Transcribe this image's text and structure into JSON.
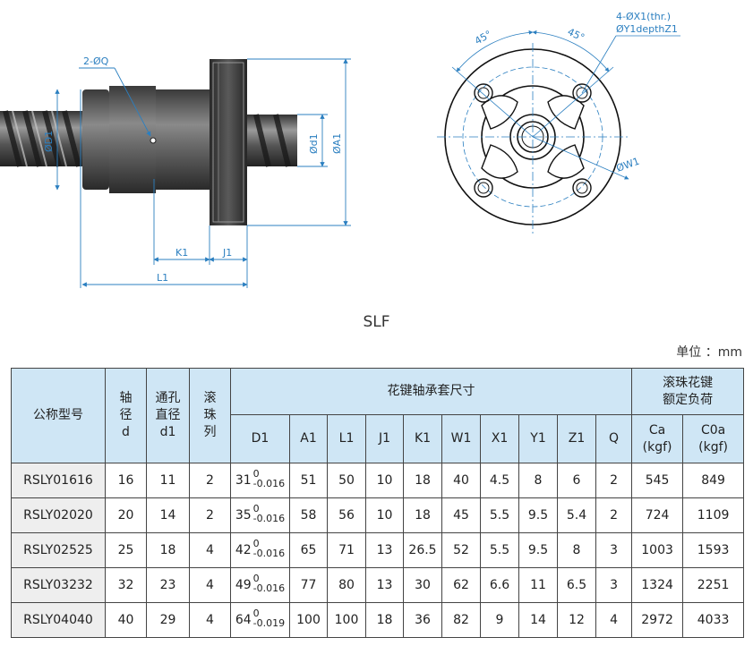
{
  "drawing": {
    "labels": {
      "bore": "2-ØQ",
      "d1_dim": "ØD1",
      "d1": "Ød1",
      "a1": "ØA1",
      "k1": "K1",
      "j1": "J1",
      "l1": "L1",
      "angle_left": "45°",
      "angle_right": "45°",
      "holes": "4-ØX1(thr.)",
      "holes_depth": "ØY1depthZ1",
      "w1": "ØW1"
    }
  },
  "series_title": "SLF",
  "unit": "单位 ：mm",
  "table": {
    "headers": {
      "model": "公称型号",
      "shaft": [
        "轴",
        "径",
        "d"
      ],
      "bore": [
        "通孔",
        "直径",
        "d1"
      ],
      "rows_col": [
        "滚",
        "珠",
        "列"
      ],
      "group_dims": "花键轴承套尺寸",
      "group_load": [
        "滚珠花键",
        "额定负荷"
      ],
      "dims": [
        "D1",
        "A1",
        "L1",
        "J1",
        "K1",
        "W1",
        "X1",
        "Y1",
        "Z1",
        "Q"
      ],
      "load": [
        [
          "Ca",
          "(kgf)"
        ],
        [
          "C0a",
          "(kgf)"
        ]
      ]
    },
    "rows": [
      {
        "model": "RSLY01616",
        "d": "16",
        "d1": "11",
        "rows": "2",
        "D1": "31",
        "tol_up": "0",
        "tol_low": "-0.016",
        "A1": "51",
        "L1": "50",
        "J1": "10",
        "K1": "18",
        "W1": "40",
        "X1": "4.5",
        "Y1": "8",
        "Z1": "6",
        "Q": "2",
        "Ca": "545",
        "C0a": "849"
      },
      {
        "model": "RSLY02020",
        "d": "20",
        "d1": "14",
        "rows": "2",
        "D1": "35",
        "tol_up": "0",
        "tol_low": "-0.016",
        "A1": "58",
        "L1": "56",
        "J1": "10",
        "K1": "18",
        "W1": "45",
        "X1": "5.5",
        "Y1": "9.5",
        "Z1": "5.4",
        "Q": "2",
        "Ca": "724",
        "C0a": "1109"
      },
      {
        "model": "RSLY02525",
        "d": "25",
        "d1": "18",
        "rows": "4",
        "D1": "42",
        "tol_up": "0",
        "tol_low": "-0.016",
        "A1": "65",
        "L1": "71",
        "J1": "13",
        "K1": "26.5",
        "W1": "52",
        "X1": "5.5",
        "Y1": "9.5",
        "Z1": "8",
        "Q": "3",
        "Ca": "1003",
        "C0a": "1593"
      },
      {
        "model": "RSLY03232",
        "d": "32",
        "d1": "23",
        "rows": "4",
        "D1": "49",
        "tol_up": "0",
        "tol_low": "-0.016",
        "A1": "77",
        "L1": "80",
        "J1": "13",
        "K1": "30",
        "W1": "62",
        "X1": "6.6",
        "Y1": "11",
        "Z1": "6.5",
        "Q": "3",
        "Ca": "1324",
        "C0a": "2251"
      },
      {
        "model": "RSLY04040",
        "d": "40",
        "d1": "29",
        "rows": "4",
        "D1": "64",
        "tol_up": "0",
        "tol_low": "-0.019",
        "A1": "100",
        "L1": "100",
        "J1": "18",
        "K1": "36",
        "W1": "82",
        "X1": "9",
        "Y1": "14",
        "Z1": "12",
        "Q": "4",
        "Ca": "2972",
        "C0a": "4033"
      }
    ]
  }
}
